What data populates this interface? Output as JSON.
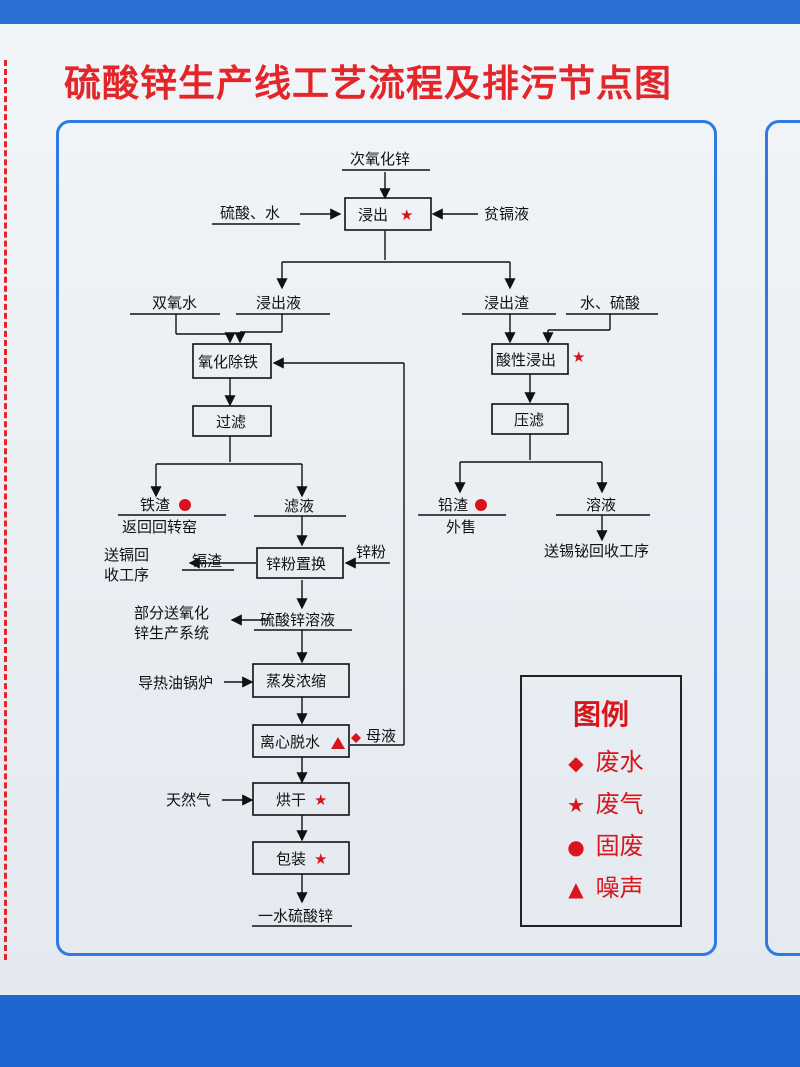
{
  "title": "硫酸锌生产线工艺流程及排污节点图",
  "flow": {
    "n_zno": "次氧化锌",
    "n_h2so4_water": "硫酸、水",
    "n_leach": "浸出",
    "n_cd_lean": "贫镉液",
    "n_h2o2": "双氧水",
    "n_leachate": "浸出液",
    "n_residue": "浸出渣",
    "n_water_acid": "水、硫酸",
    "n_oxid": "氧化除铁",
    "n_acid_leach": "酸性浸出",
    "n_filter": "过滤",
    "n_press": "压滤",
    "n_fe_slag": "铁渣",
    "n_fe_slag_note": "返回回转窑",
    "n_filtrate": "滤液",
    "n_pb_slag": "铅渣",
    "n_pb_slag_note": "外售",
    "n_solution": "溶液",
    "n_sn_note": "送锡铋回收工序",
    "n_cd_back_1": "送镉回",
    "n_cd_back_2": "收工序",
    "n_cd_slag": "镉渣",
    "n_zn_replace": "锌粉置换",
    "n_zn_powder": "锌粉",
    "n_part_1": "部分送氧化",
    "n_part_2": "锌生产系统",
    "n_znso4_sol": "硫酸锌溶液",
    "n_oil_boiler": "导热油锅炉",
    "n_evap": "蒸发浓缩",
    "n_centri": "离心脱水",
    "n_mother": "母液",
    "n_gas": "天然气",
    "n_dry": "烘干",
    "n_pack": "包装",
    "n_product": "一水硫酸锌"
  },
  "legend": {
    "title": "图例",
    "items": [
      {
        "symbol": "◆",
        "label": "废水"
      },
      {
        "symbol": "★",
        "label": "废气"
      },
      {
        "symbol": "●",
        "label": "固废"
      },
      {
        "symbol": "▲",
        "label": "噪声"
      }
    ]
  },
  "colors": {
    "accent": "#e3262a",
    "frame": "#2f79e3",
    "board_band": "#1f66d1"
  }
}
